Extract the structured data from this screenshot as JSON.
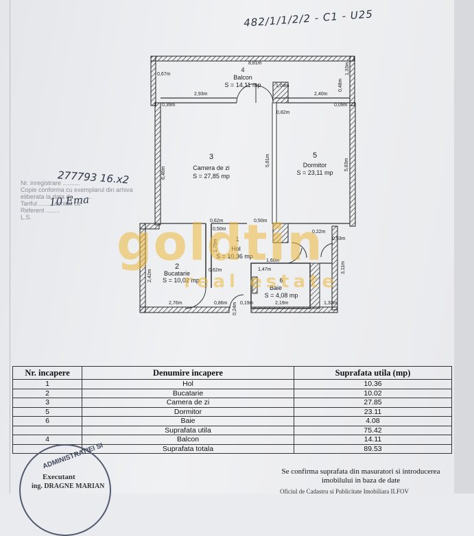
{
  "reference": "482/1/1/2/2 - C1 - U25",
  "plan": {
    "rooms": [
      {
        "num": "4",
        "name": "Balcon",
        "area": "S = 14,11 mp"
      },
      {
        "num": "3",
        "name": "Camera de zi",
        "area": "S = 27,85 mp"
      },
      {
        "num": "5",
        "name": "Dormitor",
        "area": "S = 23,11 mp"
      },
      {
        "num": "1",
        "name": "Hol",
        "area": "S = 10,36 mp"
      },
      {
        "num": "2",
        "name": "Bucatarie",
        "area": "S = 10,02 mp"
      },
      {
        "num": "6",
        "name": "Baie",
        "area": "S = 4,08 mp"
      }
    ],
    "dims": [
      "8,81m",
      "0,67m",
      "1,04m",
      "2,93m",
      "2,40m",
      "0,39m",
      "0,82m",
      "0,09m",
      "5,81m",
      "5,83m",
      "0,62m",
      "0,50m",
      "0,50m",
      "0,62m",
      "1,60m",
      "1,47m",
      "0,22m",
      "0,53m",
      "2,76m",
      "0,86m",
      "0,19m",
      "2,19m",
      "1,33m",
      "3,11m",
      "0,24m",
      "6,46m",
      "2,42m",
      "1,75m",
      "0,48m",
      "1,33m"
    ]
  },
  "watermark": {
    "brand": "goldtin",
    "sub": "real estate"
  },
  "hand": {
    "note1": "277793 16.x2",
    "note2": "10 Ema"
  },
  "table": {
    "headers": [
      "Nr. incapere",
      "Denumire incapere",
      "Suprafata utila (mp)"
    ],
    "rows": [
      {
        "nr": "1",
        "name": "Hol",
        "area": "10.36"
      },
      {
        "nr": "2",
        "name": "Bucatarie",
        "area": "10.02"
      },
      {
        "nr": "3",
        "name": "Camera de zi",
        "area": "27.85"
      },
      {
        "nr": "5",
        "name": "Dormitor",
        "area": "23.11"
      },
      {
        "nr": "6",
        "name": "Baie",
        "area": "4.08"
      }
    ],
    "util_label": "Suprafata utila",
    "util_value": "75.42",
    "balcony_nr": "4",
    "balcony_name": "Balcon",
    "balcony_value": "14.11",
    "total_label": "Suprafata totala",
    "total_value": "89.53"
  },
  "stamp": {
    "top": "ADMINISTRATIEI SI",
    "line": "Executant",
    "name": "ing. DRAGNE MARIAN"
  },
  "footer": {
    "confirm": "Se confirma suprafata din masuratori si introducerea imobilului in baza de date",
    "office": "Oficiul de Cadastru si Publicitate Imobiliara ILFOV"
  }
}
